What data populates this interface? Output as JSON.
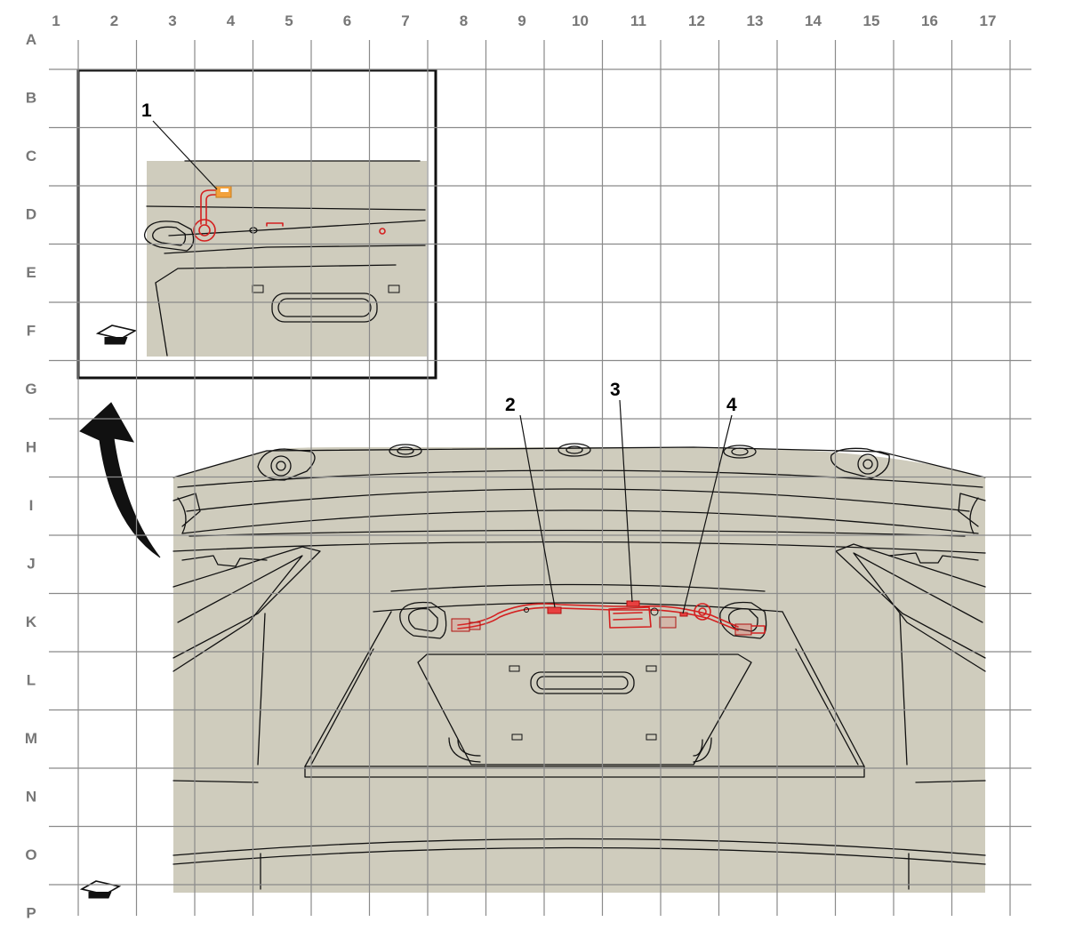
{
  "grid": {
    "columns": [
      "1",
      "2",
      "3",
      "4",
      "5",
      "6",
      "7",
      "8",
      "9",
      "10",
      "11",
      "12",
      "13",
      "14",
      "15",
      "16",
      "17"
    ],
    "rows": [
      "A",
      "B",
      "C",
      "D",
      "E",
      "F",
      "G",
      "H",
      "I",
      "J",
      "K",
      "L",
      "M",
      "N",
      "O",
      "P"
    ]
  },
  "callouts": [
    "1",
    "2",
    "3",
    "4"
  ],
  "colors": {
    "panel_fill": "#cfccbd",
    "harness": "#d42020",
    "connector_1": "#f2a13c",
    "grid_line": "#8a8a8a",
    "outline": "#111111"
  },
  "icons": {
    "view_direction": "view-direction-icon",
    "rotation_arrow": "curved-arrow-icon"
  }
}
